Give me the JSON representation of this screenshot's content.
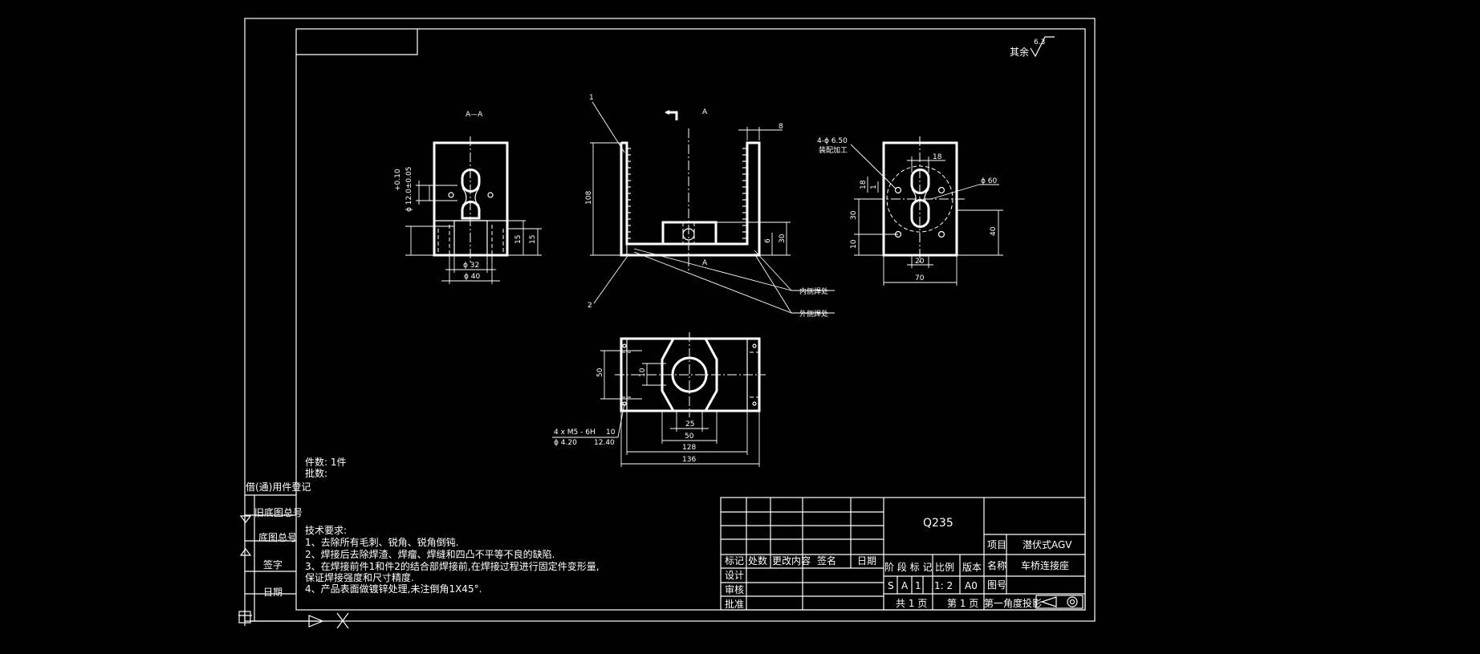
{
  "roughness": {
    "label": "其余",
    "value": "6.3"
  },
  "section_label": "A—A",
  "view_marker": "A",
  "balloons": [
    "1",
    "2"
  ],
  "weld_notes": {
    "inner": "内侧焊处",
    "outer": "外侧焊处"
  },
  "front_dims": {
    "d8": "8",
    "d108": "108",
    "d6": "6",
    "d30": "30"
  },
  "left_dims": {
    "tol1": "+0.10",
    "tol2": "ϕ 12.0±0.05",
    "d15a": "15",
    "d15b": "15",
    "phi32": "ϕ 32",
    "phi40": "ϕ 40"
  },
  "right_dims": {
    "hole_note1": "4-ϕ 6.50",
    "hole_note2": "装配加工",
    "d18": "18",
    "phi60": "ϕ 60",
    "d18v": "18",
    "d1": "1",
    "d30": "30",
    "d10": "10",
    "d40": "40",
    "d20": "20",
    "d70": "70"
  },
  "bottom_dims": {
    "d50v": "50",
    "d10": "10",
    "d25": "25",
    "d50": "50",
    "d128": "128",
    "d136": "136",
    "thread1": "4 x  M5 - 6H",
    "thread1b": "10",
    "thread2": "ϕ 4.20",
    "thread2b": "12.40"
  },
  "quantity": {
    "count_label": "件数: 1件",
    "batch_label": "批数:"
  },
  "side_labels": [
    "借(通)用件登记",
    "旧底图总号",
    "底图总号",
    "签字",
    "日期"
  ],
  "tech_requirements": {
    "heading": "技术要求:",
    "lines": [
      "1、去除所有毛刺、锐角、锐角倒钝.",
      "2、焊接后去除焊渣、焊瘤、焊缝和四凸不平等不良的缺陷.",
      "3、在焊接前件1和件2的结合部焊接前,在焊接过程进行固定件变形量,",
      "保证焊接强度和尺寸精度.",
      "4、产品表面做镀锌处理,未注倒角1X45°."
    ]
  },
  "title_block": {
    "material": "Q235",
    "headers": [
      "标记",
      "处数",
      "更改内容",
      "签名",
      "日期"
    ],
    "rows": [
      "设计",
      "审核",
      "批准"
    ],
    "stage_header": "阶 段 标 记",
    "scale_header": "比例",
    "version_header": "版本",
    "stage_cells": [
      "S",
      "A",
      "1"
    ],
    "scale": "1: 2",
    "version": "A0",
    "project_label": "项目",
    "project_value": "潜伏式AGV",
    "name_label": "名称",
    "name_value": "车桥连接座",
    "drawing_no_label": "图号",
    "drawing_no_value": "",
    "total_pages": "共 1 页",
    "page_no": "第 1 页",
    "projection": "第一角度投影"
  }
}
